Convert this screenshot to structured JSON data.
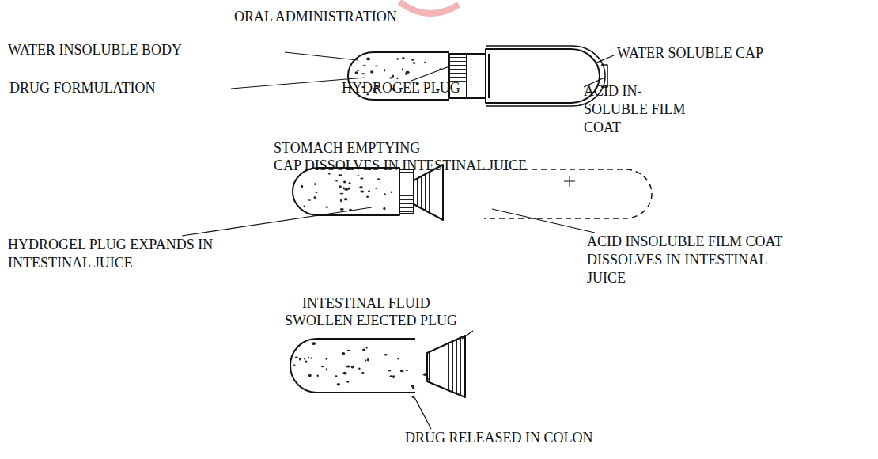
{
  "diagram": {
    "labels": [
      "ORAL ADMINISTRATION",
      "WATER INSOLUBLE BODY",
      "WATER SOLUBLE CAP",
      "DRUG FORMULATION",
      "HYDROGEL PLUG",
      "ACID IN- SOLUBLE FILM COAT",
      "STOMACH EMPTYING",
      "CAP DISSOLVES IN INTESTINAL JUICE",
      "HYDROGEL PLUG EXPANDS IN INTESTINAL JUICE",
      "ACID INSOLUBLE FILM COAT DISSOLVES IN INTESTINAL JUICE",
      "INTESTINAL FLUID",
      "SWOLLEN EJECTED PLUG",
      "DRUG RELEASED IN COLON"
    ]
  }
}
